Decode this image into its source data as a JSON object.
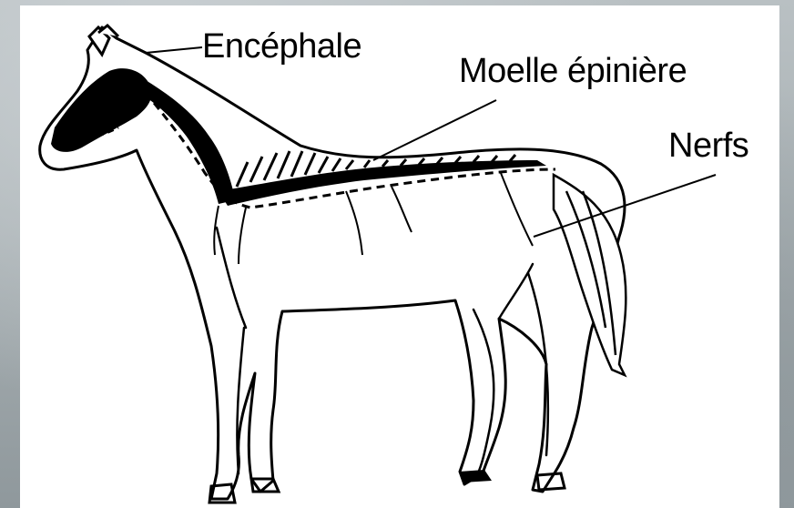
{
  "diagram": {
    "labels": {
      "brain": "Encéphale",
      "spinal_cord": "Moelle épinière",
      "nerves": "Nerfs"
    }
  }
}
